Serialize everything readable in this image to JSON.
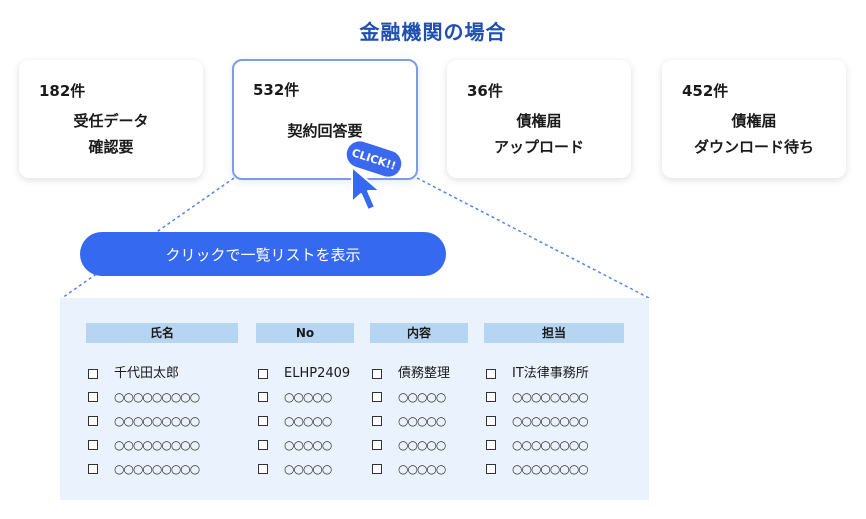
{
  "title": "金融機関の場合",
  "cards": [
    {
      "count": "182件",
      "label": "受任データ\n確認要"
    },
    {
      "count": "532件",
      "label": "契約回答要"
    },
    {
      "count": "36件",
      "label": "債権届\nアップロード"
    },
    {
      "count": "452件",
      "label": "債権届\nダウンロード待ち"
    }
  ],
  "click_badge": "CLICK!!",
  "cta_label": "クリックで一覧リストを表示",
  "table": {
    "headers": [
      "氏名",
      "No",
      "内容",
      "担当"
    ],
    "first_row": [
      "千代田太郎",
      "ELHP2409",
      "債務整理",
      "IT法律事務所"
    ],
    "placeholders": [
      "○○○○○○○○○",
      "○○○○○",
      "○○○○○",
      "○○○○○○○○"
    ]
  },
  "colors": {
    "title": "#1f4fb0",
    "accent": "#3569f0",
    "panel": "#eaf3fd",
    "header": "#b6d5f3"
  },
  "icons": [
    "cursor-arrow-icon"
  ]
}
